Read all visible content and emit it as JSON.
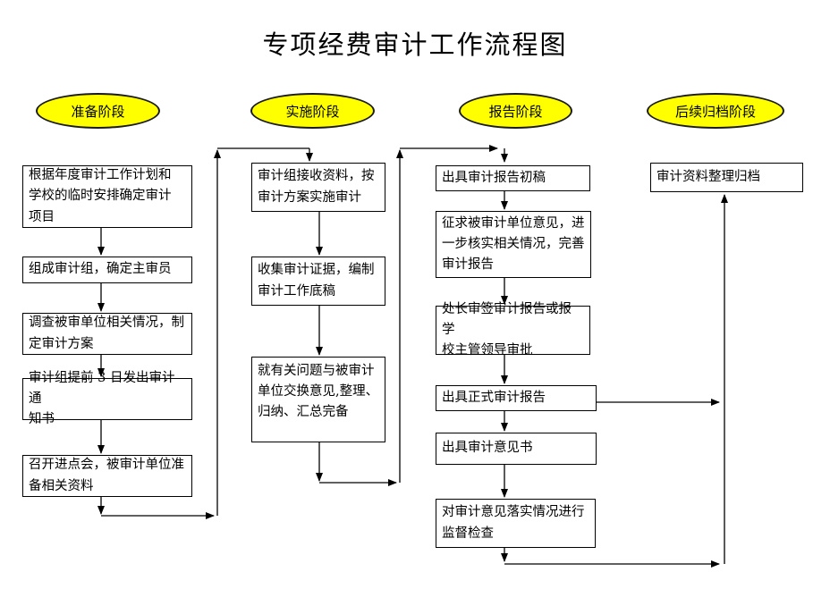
{
  "title": "专项经费审计工作流程图",
  "stages": [
    {
      "label": "准备阶段"
    },
    {
      "label": "实施阶段"
    },
    {
      "label": "报告阶段"
    },
    {
      "label": "后续归档阶段"
    }
  ],
  "boxes": {
    "prep1": {
      "text": "根据年度审计工作计划和\n学校的临时安排确定审计\n项目"
    },
    "prep2": {
      "text": "组成审计组，确定主审员"
    },
    "prep3": {
      "text": "调查被审单位相关情况，制\n定审计方案"
    },
    "prep4": {
      "text": "审计组提前 3 日发出审计通\n知书"
    },
    "prep5": {
      "text": "召开进点会，被审计单位准\n备相关资料"
    },
    "impl1": {
      "text": "审计组接收资料，按\n审计方案实施审计"
    },
    "impl2": {
      "text": "收集审计证据，编制\n审计工作底稿"
    },
    "impl3": {
      "text": "就有关问题与被审计\n单位交换意见,整理、\n归纳、汇总完备"
    },
    "report1": {
      "text": "出具审计报告初稿"
    },
    "report2": {
      "text": "征求被审计单位意见，进\n一步核实相关情况，完善\n审计报告"
    },
    "report3": {
      "text": "处长审签审计报告或报学\n校主管领导审批"
    },
    "report4": {
      "text": "出具正式审计报告"
    },
    "report5": {
      "text": "出具审计意见书"
    },
    "report6": {
      "text": "对审计意见落实情况进行\n监督检查"
    },
    "archive1": {
      "text": "审计资料整理归档"
    }
  },
  "colors": {
    "stage_fill": "#FFFF00",
    "stage_border": "#1a1a1a",
    "box_border": "#000000",
    "connector": "#000000",
    "background": "#ffffff"
  }
}
